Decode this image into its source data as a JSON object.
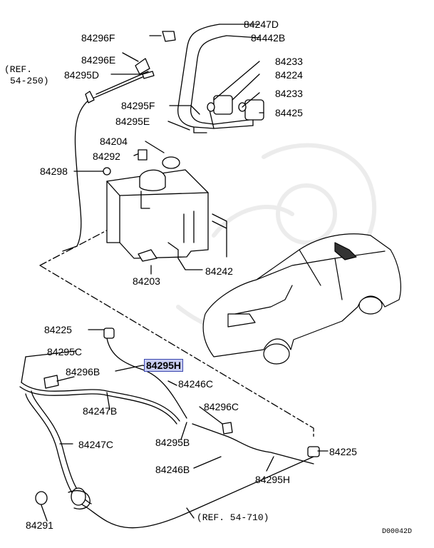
{
  "diagram": {
    "code": "D00042D",
    "highlighted_part": "84295H",
    "reference_labels": {
      "ref_top": "(REF.\n54-250)",
      "ref_top_line1": "(REF.",
      "ref_top_line2": "54-250)",
      "ref_bottom": "(REF. 54-710)"
    },
    "parts": {
      "p84247D": "84247D",
      "p84296F": "84296F",
      "p84442B": "84442B",
      "p84296E": "84296E",
      "p84233a": "84233",
      "p84295D": "84295D",
      "p84224": "84224",
      "p84233b": "84233",
      "p84295F": "84295F",
      "p84425": "84425",
      "p84295E": "84295E",
      "p84204": "84204",
      "p84292": "84292",
      "p84298": "84298",
      "p84203": "84203",
      "p84242": "84242",
      "p84225a": "84225",
      "p84295C": "84295C",
      "p84295H": "84295H",
      "p84296B": "84296B",
      "p84246C": "84246C",
      "p84247B": "84247B",
      "p84296C": "84296C",
      "p84247C": "84247C",
      "p84295B": "84295B",
      "p84225b": "84225",
      "p84246B": "84246B",
      "p84295H2": "84295H",
      "p84291": "84291"
    }
  }
}
